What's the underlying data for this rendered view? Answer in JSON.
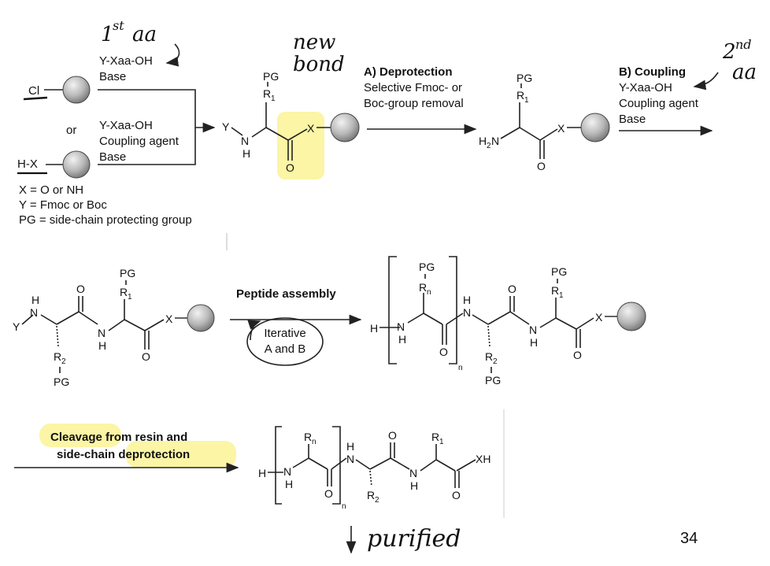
{
  "colors": {
    "highlight": "#fbf49b",
    "ink": "#111111",
    "bead_light": "#f2f2f2",
    "bead_dark": "#6e6e6e"
  },
  "annotations": {
    "first_aa_sup": "st",
    "first_aa_num": "1",
    "first_aa_word": "aa",
    "new_bond": "new bond",
    "new_bond_line1": "new",
    "new_bond_line2": "bond",
    "second_aa_num": "2",
    "second_aa_sup": "nd",
    "second_aa_word": "aa",
    "purified": "purified"
  },
  "reagents": {
    "top_line1": "Y-Xaa-OH",
    "top_line2": "Base",
    "mid_line1": "Y-Xaa-OH",
    "mid_line2": "Coupling agent",
    "mid_line3": "Base",
    "or": "or"
  },
  "legend": {
    "x": "X = O or NH",
    "y": "Y = Fmoc or Boc",
    "pg": "PG = side-chain protecting group"
  },
  "steps": {
    "deprotection_title": "A) Deprotection",
    "deprotection_line1": "Selective Fmoc- or",
    "deprotection_line2": "Boc-group removal",
    "coupling_title": "B) Coupling",
    "coupling_line1": "Y-Xaa-OH",
    "coupling_line2": "Coupling agent",
    "coupling_line3": "Base",
    "assembly_title": "Peptide assembly",
    "iterative_line1": "Iterative",
    "iterative_line2": "A and B",
    "cleavage_line1": "Cleavage from resin and",
    "cleavage_line2": "side-chain deprotection"
  },
  "atoms": {
    "cl": "Cl",
    "hx": "H-X",
    "pg": "PG",
    "r": "R",
    "sub1": "1",
    "sub2": "2",
    "subn": "n",
    "y": "Y",
    "n": "N",
    "h": "H",
    "x": "X",
    "o": "O",
    "h2n": "H",
    "h2n_sub": "2",
    "h2n_n": "N",
    "xh": "XH",
    "h_term": "H"
  },
  "page_number": "34"
}
